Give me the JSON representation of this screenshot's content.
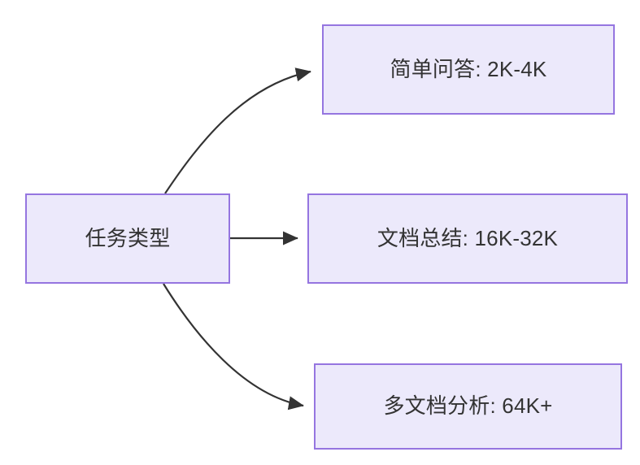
{
  "diagram": {
    "type": "flowchart",
    "direction": "left-to-right",
    "background_color": "#ffffff",
    "node_fill_color": "#ece9fb",
    "node_border_color": "#9575e0",
    "node_text_color": "#333333",
    "edge_color": "#333333",
    "nodes": [
      {
        "id": "source",
        "label": "任务类型",
        "role": "source"
      },
      {
        "id": "simple-qa",
        "label": "简单问答: 2K-4K",
        "role": "destination"
      },
      {
        "id": "doc-summary",
        "label": "文档总结: 16K-32K",
        "role": "destination"
      },
      {
        "id": "multidoc-analysis",
        "label": "多文档分析: 64K+",
        "role": "destination"
      }
    ],
    "edges": [
      {
        "from": "source",
        "to": "simple-qa",
        "style": "curved",
        "label": ""
      },
      {
        "from": "source",
        "to": "doc-summary",
        "style": "straight",
        "label": ""
      },
      {
        "from": "source",
        "to": "multidoc-analysis",
        "style": "curved",
        "label": ""
      }
    ]
  }
}
